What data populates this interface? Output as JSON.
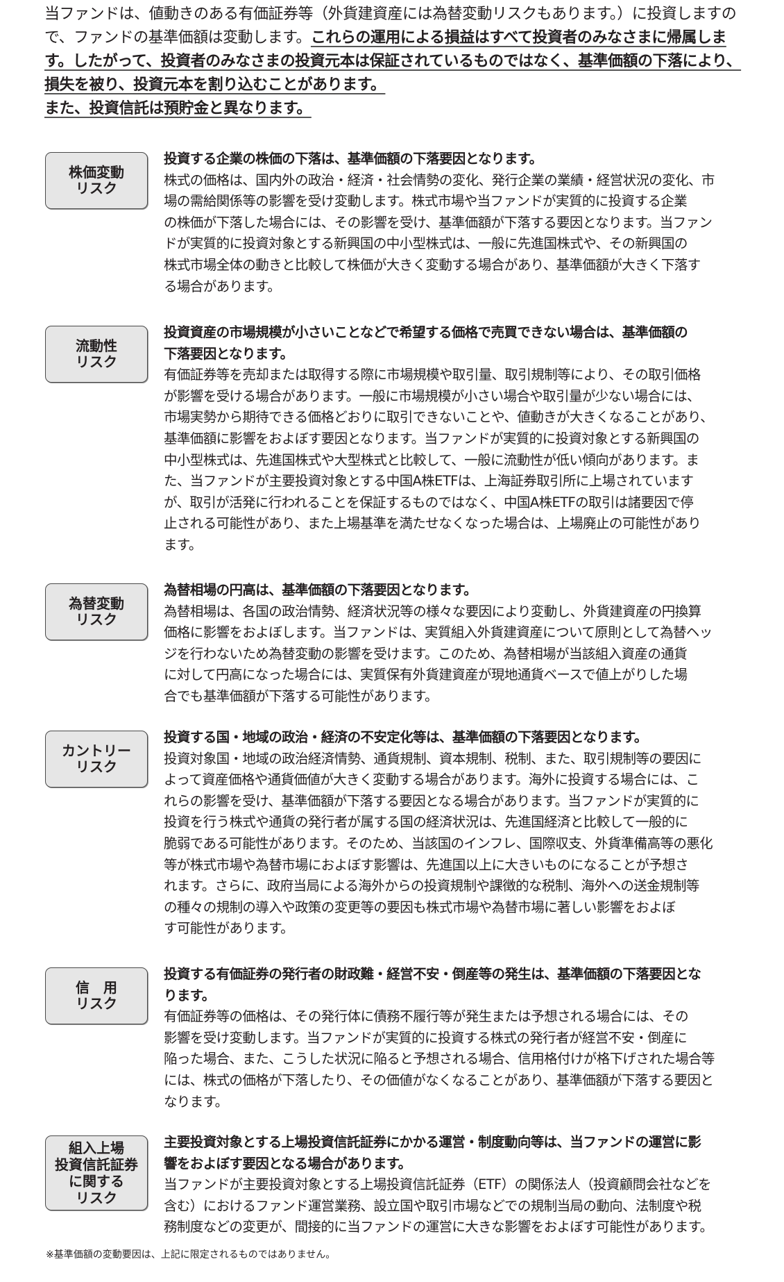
{
  "intro": {
    "line1": "当ファンドは、値動きのある有価証券等（外貨建資産には為替変動リスクもあります。）に投資しますの",
    "line2_plain": "で、ファンドの基準価額は変動します。",
    "line2_emph": "これらの運用による損益はすべて投資者のみなさまに帰属しま",
    "line3": "す。したがって、投資者のみなさまの投資元本は保証されているものではなく、基準価額の下落により、",
    "line4": "損失を被り、投資元本を割り込むことがあります。",
    "line5": "また、投資信託は預貯金と異なります。"
  },
  "risks": [
    {
      "label": [
        "株価変動",
        "リスク"
      ],
      "heading": [
        "投資する企業の株価の下落は、基準価額の下落要因となります。"
      ],
      "body": [
        "株式の価格は、国内外の政治・経済・社会情勢の変化、発行企業の業績・経営状況の変化、市",
        "場の需給関係等の影響を受け変動します。株式市場や当ファンドが実質的に投資する企業",
        "の株価が下落した場合には、その影響を受け、基準価額が下落する要因となります。当ファン",
        "ドが実質的に投資対象とする新興国の中小型株式は、一般に先進国株式や、その新興国の",
        "株式市場全体の動きと比較して株価が大きく変動する場合があり、基準価額が大きく下落す",
        "る場合があります。"
      ]
    },
    {
      "label": [
        "流動性",
        "リスク"
      ],
      "heading": [
        "投資資産の市場規模が小さいことなどで希望する価格で売買できない場合は、基準価額の",
        "下落要因となります。"
      ],
      "body": [
        "有価証券等を売却または取得する際に市場規模や取引量、取引規制等により、その取引価格",
        "が影響を受ける場合があります。一般に市場規模が小さい場合や取引量が少ない場合には、",
        "市場実勢から期待できる価格どおりに取引できないことや、値動きが大きくなることがあり、",
        "基準価額に影響をおよぼす要因となります。当ファンドが実質的に投資対象とする新興国の",
        "中小型株式は、先進国株式や大型株式と比較して、一般に流動性が低い傾向があります。ま",
        "た、当ファンドが主要投資対象とする中国A株ETFは、上海証券取引所に上場されています",
        "が、取引が活発に行われることを保証するものではなく、中国A株ETFの取引は諸要因で停",
        "止される可能性があり、また上場基準を満たせなくなった場合は、上場廃止の可能性があり",
        "ます。"
      ]
    },
    {
      "label": [
        "為替変動",
        "リスク"
      ],
      "heading": [
        "為替相場の円高は、基準価額の下落要因となります。"
      ],
      "body": [
        "為替相場は、各国の政治情勢、経済状況等の様々な要因により変動し、外貨建資産の円換算",
        "価格に影響をおよぼします。当ファンドは、実質組入外貨建資産について原則として為替ヘッ",
        "ジを行わないため為替変動の影響を受けます。このため、為替相場が当該組入資産の通貨",
        "に対して円高になった場合には、実質保有外貨建資産が現地通貨ベースで値上がりした場",
        "合でも基準価額が下落する可能性があります。"
      ]
    },
    {
      "label": [
        "カントリー",
        "リスク"
      ],
      "heading": [
        "投資する国・地域の政治・経済の不安定化等は、基準価額の下落要因となります。"
      ],
      "body": [
        "投資対象国・地域の政治経済情勢、通貨規制、資本規制、税制、また、取引規制等の要因に",
        "よって資産価格や通貨価値が大きく変動する場合があります。海外に投資する場合には、こ",
        "れらの影響を受け、基準価額が下落する要因となる場合があります。当ファンドが実質的に",
        "投資を行う株式や通貨の発行者が属する国の経済状況は、先進国経済と比較して一般的に",
        "脆弱である可能性があります。そのため、当該国のインフレ、国際収支、外貨準備高等の悪化",
        "等が株式市場や為替市場におよぼす影響は、先進国以上に大きいものになることが予想さ",
        "れます。さらに、政府当局による海外からの投資規制や課徴的な税制、海外への送金規制等",
        "の種々の規制の導入や政策の変更等の要因も株式市場や為替市場に著しい影響をおよぼ",
        "す可能性があります。"
      ]
    },
    {
      "label": [
        "信　用",
        "リスク"
      ],
      "heading": [
        "投資する有価証券の発行者の財政難・経営不安・倒産等の発生は、基準価額の下落要因とな",
        "ります。"
      ],
      "body": [
        "有価証券等の価格は、その発行体に債務不履行等が発生または予想される場合には、その",
        "影響を受け変動します。当ファンドが実質的に投資する株式の発行者が経営不安・倒産に",
        "陥った場合、また、こうした状況に陥ると予想される場合、信用格付けが格下げされた場合等",
        "には、株式の価格が下落したり、その価値がなくなることがあり、基準価額が下落する要因と",
        "なります。"
      ]
    },
    {
      "label": [
        "組入上場",
        "投資信託証券",
        "に関する",
        "リスク"
      ],
      "heading": [
        "主要投資対象とする上場投資信託証券にかかる運営・制度動向等は、当ファンドの運営に影",
        "響をおよぼす要因となる場合があります。"
      ],
      "body": [
        "当ファンドが主要投資対象とする上場投資信託証券（ETF）の関係法人（投資顧問会社などを",
        "含む）におけるファンド運営業務、設立国や取引市場などでの規制当局の動向、法制度や税",
        "務制度などの変更が、間接的に当ファンドの運営に大きな影響をおよぼす可能性があります。"
      ]
    }
  ],
  "footnote": "※基準価額の変動要因は、上記に限定されるものではありません。"
}
